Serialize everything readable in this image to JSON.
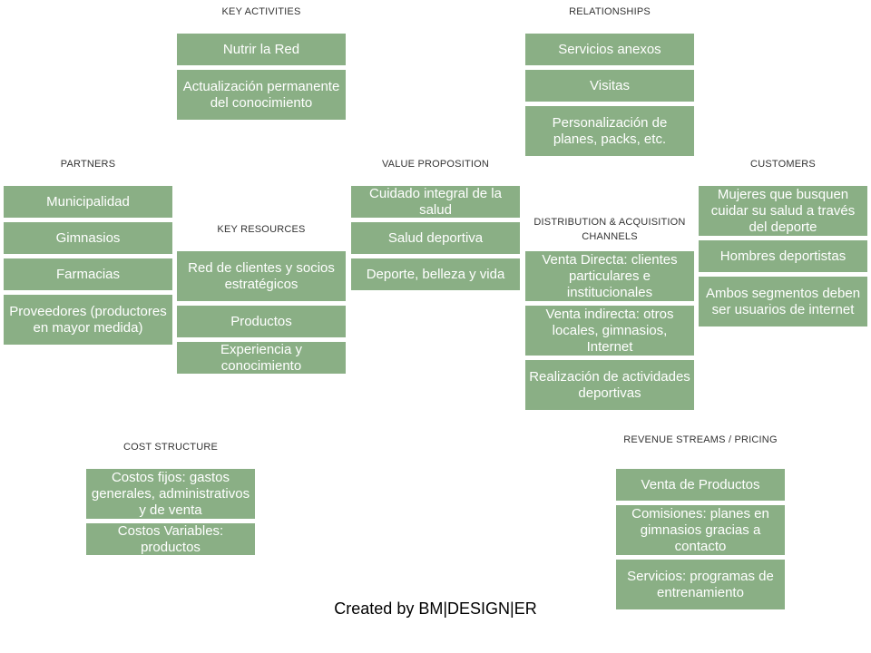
{
  "colors": {
    "box_fill": "#8aaf85",
    "box_text": "#ffffff",
    "title_text": "#333333"
  },
  "sections": {
    "key_activities": {
      "title": "KEY ACTIVITIES",
      "items": [
        "Nutrir la Red",
        "Actualización permanente del conocimiento"
      ]
    },
    "relationships": {
      "title": "RELATIONSHIPS",
      "items": [
        "Servicios anexos",
        "Visitas",
        "Personalización de planes, packs, etc."
      ]
    },
    "partners": {
      "title": "PARTNERS",
      "items": [
        "Municipalidad",
        "Gimnasios",
        "Farmacias",
        "Proveedores (productores en mayor medida)"
      ]
    },
    "value_proposition": {
      "title": "VALUE PROPOSITION",
      "items": [
        "Cuidado integral de la salud",
        "Salud deportiva",
        "Deporte, belleza y vida"
      ]
    },
    "customers": {
      "title": "CUSTOMERS",
      "items": [
        "Mujeres que busquen cuidar su salud a través del deporte",
        "Hombres deportistas",
        "Ambos segmentos deben ser usuarios de internet"
      ]
    },
    "key_resources": {
      "title": "KEY RESOURCES",
      "items": [
        "Red de clientes y socios estratégicos",
        "Productos",
        "Experiencia y conocimiento"
      ]
    },
    "distribution": {
      "title": "DISTRIBUTION  &  ACQUISITION  CHANNELS",
      "items": [
        "Venta Directa: clientes particulares e institucionales",
        "Venta indirecta: otros locales, gimnasios, Internet",
        "Realización de actividades deportivas"
      ]
    },
    "cost_structure": {
      "title": "COST  STRUCTURE",
      "items": [
        "Costos fijos: gastos generales, administrativos y de venta",
        "Costos Variables: productos"
      ]
    },
    "revenue_streams": {
      "title": "REVENUE  STREAMS  /  PRICING",
      "items": [
        "Venta de Productos",
        "Comisiones: planes en gimnasios gracias a contacto",
        "Servicios: programas de entrenamiento"
      ]
    }
  },
  "footer": "Created by BM|DESIGN|ER"
}
